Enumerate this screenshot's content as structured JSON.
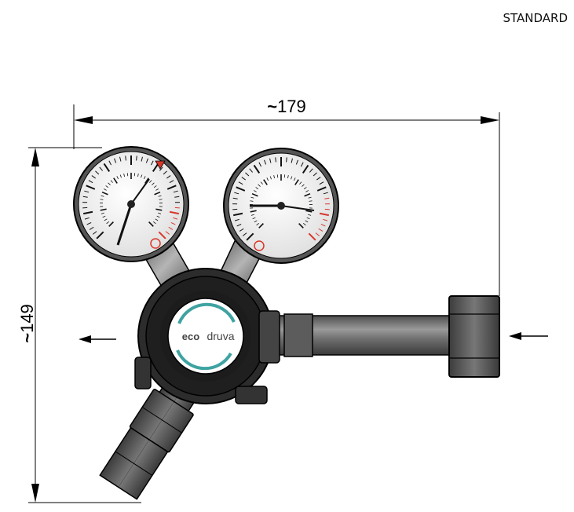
{
  "variant_label": "STANDARD",
  "dimensions": {
    "width": {
      "prefix": "~",
      "value": "179"
    },
    "height": {
      "prefix": "~",
      "value": "149"
    }
  },
  "logo": {
    "text": "druva",
    "mark": "eco"
  },
  "colors": {
    "line": "#000000",
    "gauge_needle": "#111111",
    "gauge_red_zone": "#d9362b",
    "logo_accent": "#3ea3a1",
    "body_dark": "#262626",
    "metal": "#8a8a8a"
  },
  "icons": [
    "flow-out-arrow-icon",
    "flow-in-arrow-icon"
  ]
}
